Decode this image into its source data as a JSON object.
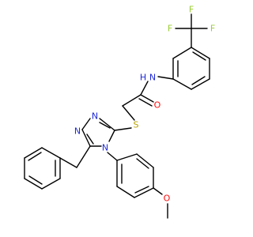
{
  "atoms": {
    "f_top": "F",
    "f_left": "F",
    "f_right": "F",
    "n_amide": "N",
    "h_amide": "H",
    "o_carbonyl": "O",
    "s_thioether": "S",
    "n_ring_top_left": "N",
    "n_ring_top_right": "N",
    "n_ring_bottom": "N",
    "o_methoxy": "O"
  },
  "colors": {
    "bond": "#000000",
    "fluorine": "#9acd32",
    "nitrogen": "#1d28d6",
    "oxygen": "#ff0d0d",
    "sulfur": "#b8a400",
    "hydrogen": "#1d28d6"
  }
}
